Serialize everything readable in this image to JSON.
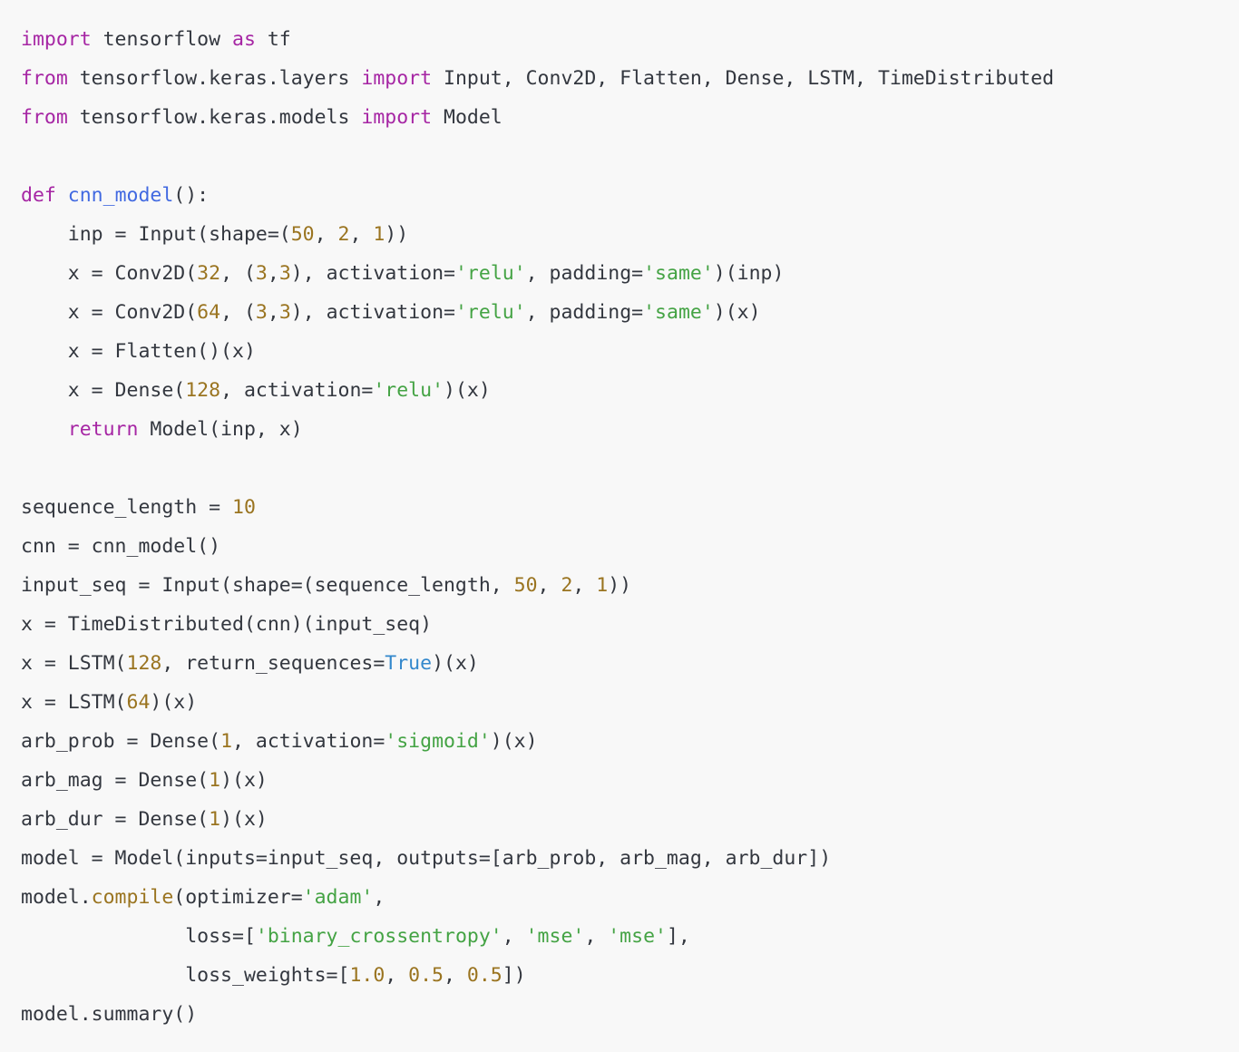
{
  "code_block": {
    "language": "python",
    "background_color": "#f8f8f8",
    "colors": {
      "plain": "#33373f",
      "keyword": "#a626a4",
      "function_def": "#4169e1",
      "builtin": "#3388cc",
      "number": "#9a7420",
      "string": "#44a344",
      "method_call": "#9a7420"
    },
    "plain_text": "import tensorflow as tf\nfrom tensorflow.keras.layers import Input, Conv2D, Flatten, Dense, LSTM, TimeDistributed\nfrom tensorflow.keras.models import Model\n\ndef cnn_model():\n    inp = Input(shape=(50, 2, 1))\n    x = Conv2D(32, (3,3), activation='relu', padding='same')(inp)\n    x = Conv2D(64, (3,3), activation='relu', padding='same')(x)\n    x = Flatten()(x)\n    x = Dense(128, activation='relu')(x)\n    return Model(inp, x)\n\nsequence_length = 10\ncnn = cnn_model()\ninput_seq = Input(shape=(sequence_length, 50, 2, 1))\nx = TimeDistributed(cnn)(input_seq)\nx = LSTM(128, return_sequences=True)(x)\nx = LSTM(64)(x)\narb_prob = Dense(1, activation='sigmoid')(x)\narb_mag = Dense(1)(x)\narb_dur = Dense(1)(x)\nmodel = Model(inputs=input_seq, outputs=[arb_prob, arb_mag, arb_dur])\nmodel.compile(optimizer='adam',\n              loss=['binary_crossentropy', 'mse', 'mse'],\n              loss_weights=[1.0, 0.5, 0.5])\nmodel.summary()",
    "lines": [
      {
        "tokens": [
          {
            "t": "import",
            "c": "kw"
          },
          {
            "t": " tensorflow ",
            "c": "plain"
          },
          {
            "t": "as",
            "c": "kw"
          },
          {
            "t": " tf",
            "c": "plain"
          }
        ]
      },
      {
        "tokens": [
          {
            "t": "from",
            "c": "kw"
          },
          {
            "t": " tensorflow.keras.layers ",
            "c": "plain"
          },
          {
            "t": "import",
            "c": "kw"
          },
          {
            "t": " Input, Conv2D, Flatten, Dense, LSTM, TimeDistributed",
            "c": "plain"
          }
        ]
      },
      {
        "tokens": [
          {
            "t": "from",
            "c": "kw"
          },
          {
            "t": " tensorflow.keras.models ",
            "c": "plain"
          },
          {
            "t": "import",
            "c": "kw"
          },
          {
            "t": " Model",
            "c": "plain"
          }
        ]
      },
      {
        "tokens": []
      },
      {
        "tokens": [
          {
            "t": "def",
            "c": "kw"
          },
          {
            "t": " ",
            "c": "plain"
          },
          {
            "t": "cnn_model",
            "c": "def"
          },
          {
            "t": "():",
            "c": "plain"
          }
        ]
      },
      {
        "tokens": [
          {
            "t": "    inp = Input(shape=(",
            "c": "plain"
          },
          {
            "t": "50",
            "c": "num"
          },
          {
            "t": ", ",
            "c": "plain"
          },
          {
            "t": "2",
            "c": "num"
          },
          {
            "t": ", ",
            "c": "plain"
          },
          {
            "t": "1",
            "c": "num"
          },
          {
            "t": "))",
            "c": "plain"
          }
        ]
      },
      {
        "tokens": [
          {
            "t": "    x = Conv2D(",
            "c": "plain"
          },
          {
            "t": "32",
            "c": "num"
          },
          {
            "t": ", (",
            "c": "plain"
          },
          {
            "t": "3",
            "c": "num"
          },
          {
            "t": ",",
            "c": "plain"
          },
          {
            "t": "3",
            "c": "num"
          },
          {
            "t": "), activation=",
            "c": "plain"
          },
          {
            "t": "'relu'",
            "c": "str"
          },
          {
            "t": ", padding=",
            "c": "plain"
          },
          {
            "t": "'same'",
            "c": "str"
          },
          {
            "t": ")(inp)",
            "c": "plain"
          }
        ]
      },
      {
        "tokens": [
          {
            "t": "    x = Conv2D(",
            "c": "plain"
          },
          {
            "t": "64",
            "c": "num"
          },
          {
            "t": ", (",
            "c": "plain"
          },
          {
            "t": "3",
            "c": "num"
          },
          {
            "t": ",",
            "c": "plain"
          },
          {
            "t": "3",
            "c": "num"
          },
          {
            "t": "), activation=",
            "c": "plain"
          },
          {
            "t": "'relu'",
            "c": "str"
          },
          {
            "t": ", padding=",
            "c": "plain"
          },
          {
            "t": "'same'",
            "c": "str"
          },
          {
            "t": ")(x)",
            "c": "plain"
          }
        ]
      },
      {
        "tokens": [
          {
            "t": "    x = Flatten()(x)",
            "c": "plain"
          }
        ]
      },
      {
        "tokens": [
          {
            "t": "    x = Dense(",
            "c": "plain"
          },
          {
            "t": "128",
            "c": "num"
          },
          {
            "t": ", activation=",
            "c": "plain"
          },
          {
            "t": "'relu'",
            "c": "str"
          },
          {
            "t": ")(x)",
            "c": "plain"
          }
        ]
      },
      {
        "tokens": [
          {
            "t": "    ",
            "c": "plain"
          },
          {
            "t": "return",
            "c": "kw"
          },
          {
            "t": " Model(inp, x)",
            "c": "plain"
          }
        ]
      },
      {
        "tokens": []
      },
      {
        "tokens": [
          {
            "t": "sequence_length = ",
            "c": "plain"
          },
          {
            "t": "10",
            "c": "num"
          }
        ]
      },
      {
        "tokens": [
          {
            "t": "cnn = cnn_model()",
            "c": "plain"
          }
        ]
      },
      {
        "tokens": [
          {
            "t": "input_seq = Input(shape=(sequence_length, ",
            "c": "plain"
          },
          {
            "t": "50",
            "c": "num"
          },
          {
            "t": ", ",
            "c": "plain"
          },
          {
            "t": "2",
            "c": "num"
          },
          {
            "t": ", ",
            "c": "plain"
          },
          {
            "t": "1",
            "c": "num"
          },
          {
            "t": "))",
            "c": "plain"
          }
        ]
      },
      {
        "tokens": [
          {
            "t": "x = TimeDistributed(cnn)(input_seq)",
            "c": "plain"
          }
        ]
      },
      {
        "tokens": [
          {
            "t": "x = LSTM(",
            "c": "plain"
          },
          {
            "t": "128",
            "c": "num"
          },
          {
            "t": ", return_sequences=",
            "c": "plain"
          },
          {
            "t": "True",
            "c": "builtin"
          },
          {
            "t": ")(x)",
            "c": "plain"
          }
        ]
      },
      {
        "tokens": [
          {
            "t": "x = LSTM(",
            "c": "plain"
          },
          {
            "t": "64",
            "c": "num"
          },
          {
            "t": ")(x)",
            "c": "plain"
          }
        ]
      },
      {
        "tokens": [
          {
            "t": "arb_prob = Dense(",
            "c": "plain"
          },
          {
            "t": "1",
            "c": "num"
          },
          {
            "t": ", activation=",
            "c": "plain"
          },
          {
            "t": "'sigmoid'",
            "c": "str"
          },
          {
            "t": ")(x)",
            "c": "plain"
          }
        ]
      },
      {
        "tokens": [
          {
            "t": "arb_mag = Dense(",
            "c": "plain"
          },
          {
            "t": "1",
            "c": "num"
          },
          {
            "t": ")(x)",
            "c": "plain"
          }
        ]
      },
      {
        "tokens": [
          {
            "t": "arb_dur = Dense(",
            "c": "plain"
          },
          {
            "t": "1",
            "c": "num"
          },
          {
            "t": ")(x)",
            "c": "plain"
          }
        ]
      },
      {
        "tokens": [
          {
            "t": "model = Model(inputs=input_seq, outputs=[arb_prob, arb_mag, arb_dur])",
            "c": "plain"
          }
        ]
      },
      {
        "tokens": [
          {
            "t": "model.",
            "c": "plain"
          },
          {
            "t": "compile",
            "c": "fn"
          },
          {
            "t": "(optimizer=",
            "c": "plain"
          },
          {
            "t": "'adam'",
            "c": "str"
          },
          {
            "t": ",",
            "c": "plain"
          }
        ]
      },
      {
        "tokens": [
          {
            "t": "              loss=[",
            "c": "plain"
          },
          {
            "t": "'binary_crossentropy'",
            "c": "str"
          },
          {
            "t": ", ",
            "c": "plain"
          },
          {
            "t": "'mse'",
            "c": "str"
          },
          {
            "t": ", ",
            "c": "plain"
          },
          {
            "t": "'mse'",
            "c": "str"
          },
          {
            "t": "],",
            "c": "plain"
          }
        ]
      },
      {
        "tokens": [
          {
            "t": "              loss_weights=[",
            "c": "plain"
          },
          {
            "t": "1.0",
            "c": "num"
          },
          {
            "t": ", ",
            "c": "plain"
          },
          {
            "t": "0.5",
            "c": "num"
          },
          {
            "t": ", ",
            "c": "plain"
          },
          {
            "t": "0.5",
            "c": "num"
          },
          {
            "t": "])",
            "c": "plain"
          }
        ]
      },
      {
        "tokens": [
          {
            "t": "model.summary()",
            "c": "plain"
          }
        ]
      }
    ]
  }
}
